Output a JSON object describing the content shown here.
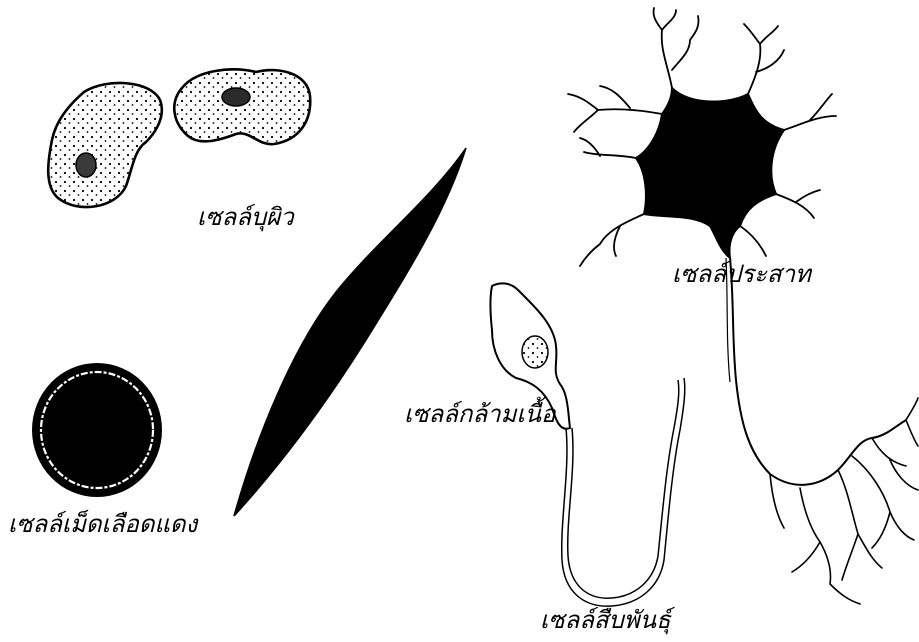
{
  "figure": {
    "labels": {
      "epithelial": "เซลล์บุผิว",
      "red_blood": "เซลล์เม็ดเลือดแดง",
      "nerve": "เซลล์ประสาท",
      "muscle": "เซลล์กล้ามเนื้อ",
      "sperm": "เซลล์สืบพันธุ์"
    },
    "colors": {
      "ink": "#000000",
      "paper": "#ffffff"
    }
  }
}
